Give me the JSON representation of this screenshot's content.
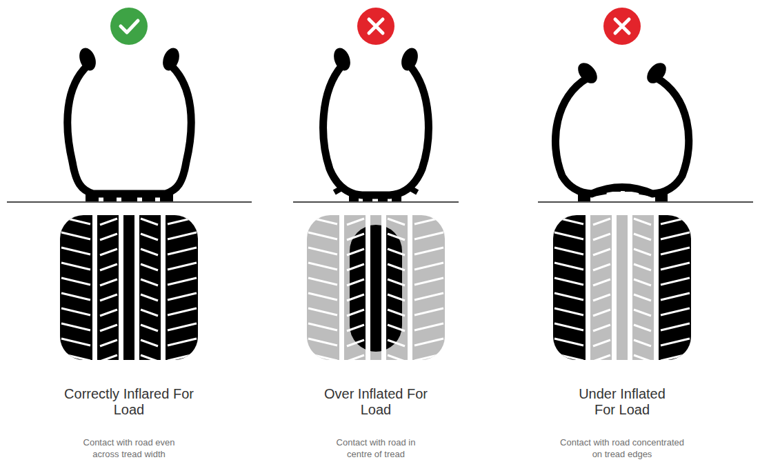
{
  "diagram": {
    "labels": [
      "Correctly Inflared For Load",
      "Contact with road even across tread width",
      "Over Inflated For Load",
      "Contact with road in centre of tread",
      "Under Inflated For Load",
      "Contact with road concentrated on tread edges"
    ]
  }
}
